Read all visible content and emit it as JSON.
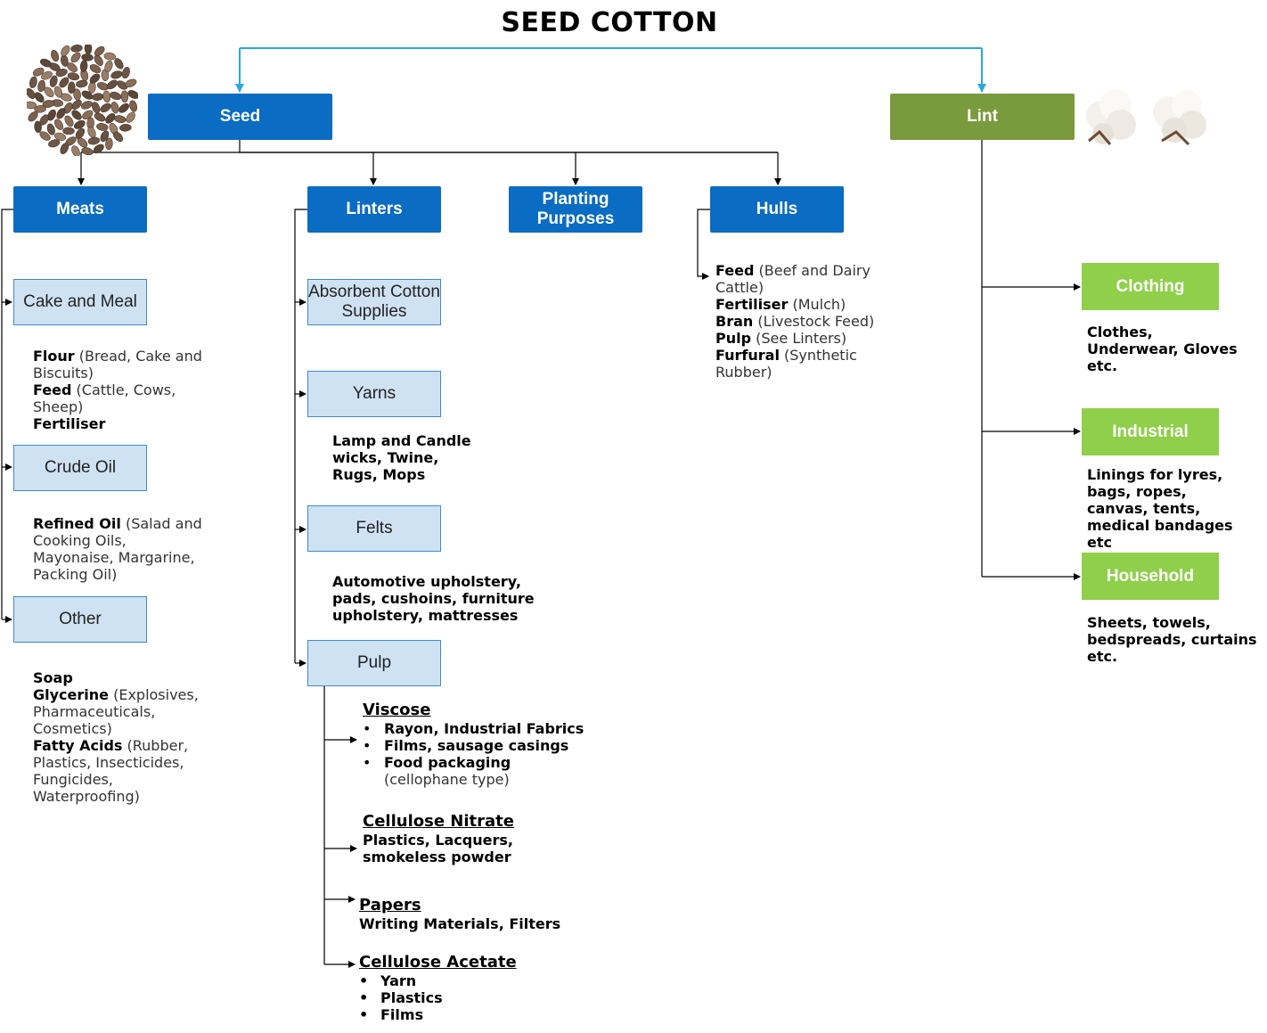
{
  "title": "SEED COTTON",
  "nodes": {
    "seed": "Seed",
    "lint": "Lint",
    "meats": "Meats",
    "linters": "Linters",
    "planting": "Planting Purposes",
    "hulls": "Hulls",
    "cake_meal": "Cake and Meal",
    "crude_oil": "Crude Oil",
    "other": "Other",
    "absorbent": "Absorbent Cotton Supplies",
    "yarns": "Yarns",
    "felts": "Felts",
    "pulp": "Pulp",
    "clothing": "Clothing",
    "industrial": "Industrial",
    "household": "Household"
  },
  "cake_meal_items": [
    {
      "bold": "Flour",
      "rest": " (Bread, Cake and Biscuits)"
    },
    {
      "bold": "Feed",
      "rest": " (Cattle, Cows, Sheep)"
    },
    {
      "bold": "Fertiliser",
      "rest": ""
    }
  ],
  "crude_oil_items": [
    {
      "bold": "Refined Oil",
      "rest": " (Salad and Cooking Oils, Mayonaise, Margarine, Packing Oil)"
    }
  ],
  "other_items": [
    {
      "bold": "Soap",
      "rest": ""
    },
    {
      "bold": "Glycerine",
      "rest": " (Explosives, Pharmaceuticals, Cosmetics)"
    },
    {
      "bold": "Fatty Acids",
      "rest": " (Rubber, Plastics, Insecticides, Fungicides, Waterproofing)"
    }
  ],
  "hulls_items": [
    {
      "bold": "Feed",
      "rest": " (Beef and Dairy Cattle)"
    },
    {
      "bold": "Fertiliser",
      "rest": " (Mulch)"
    },
    {
      "bold": "Bran",
      "rest": " (Livestock Feed)"
    },
    {
      "bold": "Pulp",
      "rest": " (See Linters)"
    },
    {
      "bold": "Furfural",
      "rest": " (Synthetic Rubber)"
    }
  ],
  "yarns_text": "Lamp and Candle wicks, Twine, Rugs, Mops",
  "felts_text": "Automotive upholstery, pads, cushoins, furniture upholstery, mattresses",
  "pulp": {
    "viscose_header": "Viscose",
    "viscose_items": [
      {
        "bold": "Rayon, Industrial Fabrics",
        "rest": ""
      },
      {
        "bold": "Films, sausage casings",
        "rest": ""
      },
      {
        "bold": "Food packaging",
        "rest": " (cellophane type)"
      }
    ],
    "nitrate_header": "Cellulose Nitrate",
    "nitrate_text": "Plastics, Lacquers, smokeless powder",
    "papers_header": "Papers",
    "papers_text": "Writing Materials, Filters",
    "acetate_header": "Cellulose Acetate",
    "acetate_items": [
      "Yarn",
      "Plastics",
      "Films"
    ]
  },
  "clothing_text": "Clothes, Underwear, Gloves etc.",
  "industrial_text": "Linings for lyres, bags, ropes, canvas, tents, medical bandages etc",
  "household_text": "Sheets, towels, bedspreads, curtains etc.",
  "colors": {
    "blue": "#0a6cc2",
    "olive": "#7a9a3e",
    "green": "#8fcf4a",
    "light_blue": "#cfe2f3",
    "connector_cyan": "#29a8e0"
  },
  "icons": [
    "cotton-seeds-image",
    "cotton-bolls-image"
  ]
}
